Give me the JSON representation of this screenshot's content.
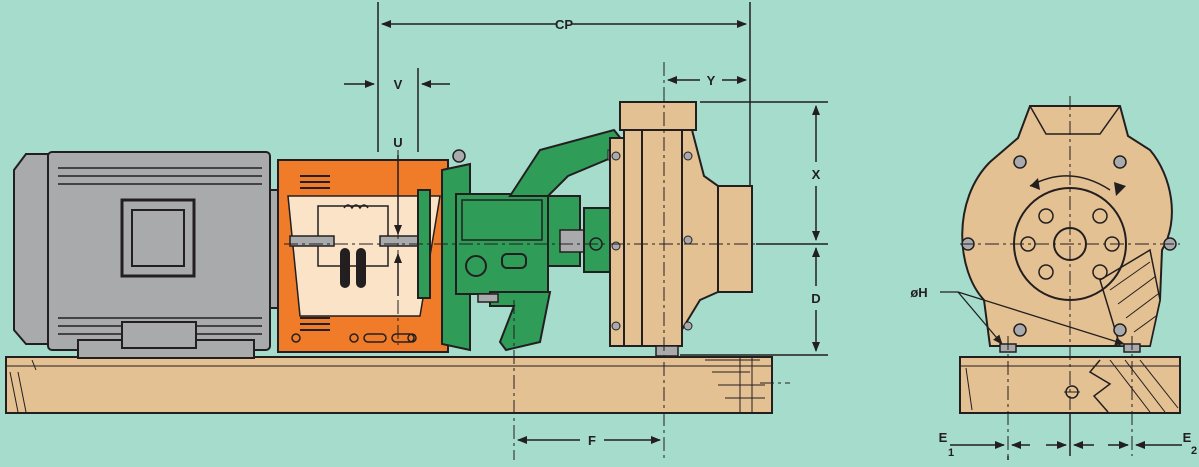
{
  "labels": {
    "cp": "CP",
    "v": "V",
    "u": "U",
    "y": "Y",
    "x": "X",
    "d": "D",
    "f": "F",
    "oh": "øH",
    "e1": "E",
    "e1_sub": "1",
    "e2": "E",
    "e2_sub": "2"
  },
  "colors": {
    "background": "#a5dccb",
    "motor": "#a9aaac",
    "coupling_guard": "#f07c2a",
    "pump_casing": "#e4c193",
    "bearing_frame": "#2f9d58",
    "baseplate": "#e4c193",
    "outline": "#231f20"
  }
}
